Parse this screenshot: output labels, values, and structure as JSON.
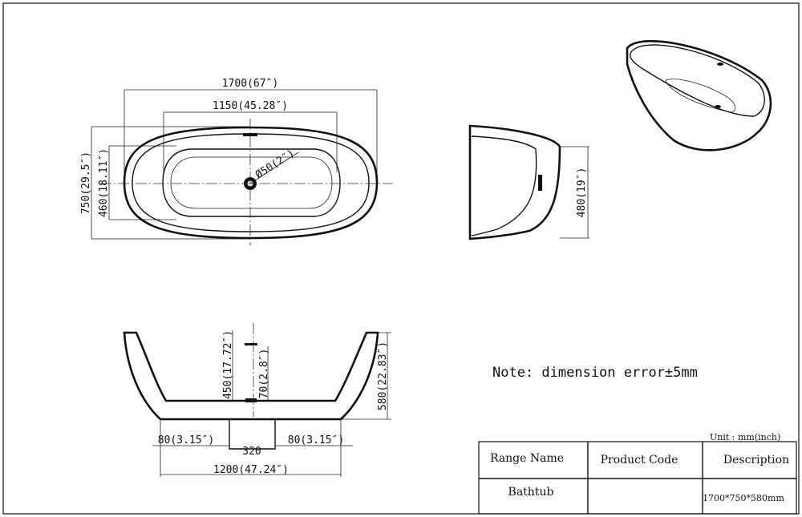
{
  "top_view": {
    "overall_length": "1700(67″)",
    "inner_length": "1150(45.28″)",
    "overall_width": "750(29.5″)",
    "inner_width": "460(18.11″)",
    "drain_diameter": "Ø50(2″)"
  },
  "side_view": {
    "height": "480(19″)"
  },
  "front_view": {
    "inner_depth": "450(17.72″)",
    "drain_height": "70(2.8″)",
    "total_height": "580(22.83″)",
    "left_offset": "80(3.15″)",
    "right_offset": "80(3.15″)",
    "base_width": "320",
    "bottom_length": "1200(47.24″)"
  },
  "note": "Note: dimension error±5mm",
  "unit_label": "Unit : mm(inch)",
  "table": {
    "headers": [
      "Range Name",
      "Product Code",
      "Description"
    ],
    "row": [
      "Bathtub",
      "",
      "1700*750*580mm"
    ]
  }
}
